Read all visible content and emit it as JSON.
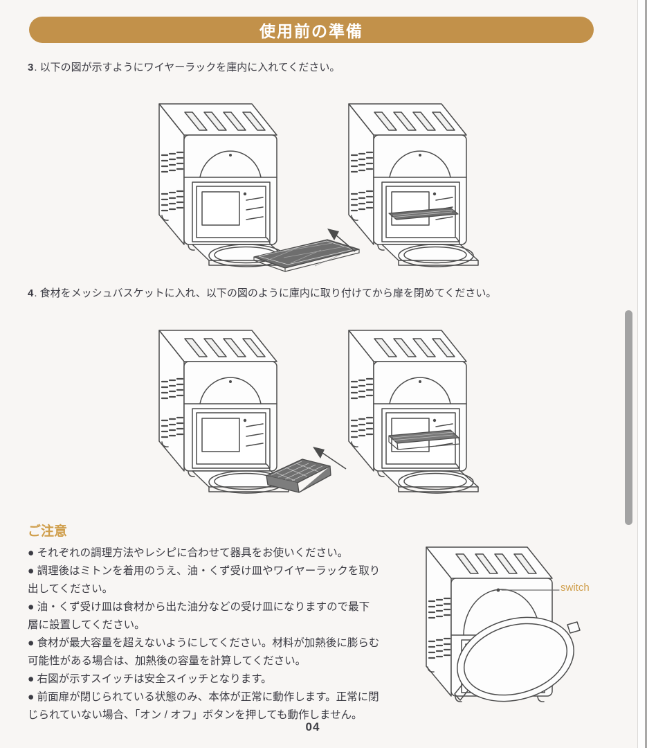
{
  "header": {
    "title": "使用前の準備"
  },
  "steps": [
    {
      "number": "3",
      "text": ". 以下の図が示すようにワイヤーラックを庫内に入れてください。"
    },
    {
      "number": "4",
      "text": ". 食材をメッシュバスケットに入れ、以下の図のように庫内に取り付けてから扉を閉めてください。"
    }
  ],
  "caution": {
    "heading": "ご注意",
    "bullets": [
      "● それぞれの調理方法やレシピに合わせて器具をお使いください。",
      "● 調理後はミトンを着用のうえ、油・くず受け皿やワイヤーラックを取り\n出してください。",
      "● 油・くず受け皿は食材から出た油分などの受け皿になりますので最下\n層に設置してください。",
      "● 食材が最大容量を超えないようにしてください。材料が加熱後に膨らむ\n可能性がある場合は、加熱後の容量を計算してください。",
      "● 右図が示すスイッチは安全スイッチとなります。",
      "● 前面扉が閉じられている状態のみ、本体が正常に動作します。正常に閉\nじられていない場合、「オン / オフ」ボタンを押しても動作しません。"
    ]
  },
  "figure": {
    "switch_label": "switch"
  },
  "footer": {
    "page_number": "04"
  },
  "colors": {
    "banner_gold": "#c2914a",
    "accent_gold": "#cf9e4b",
    "body_text": "#3b3b43",
    "line_art": "#4c4c4c",
    "page_bg": "#f8f6f4",
    "scrollbar": "#a3a3a3"
  }
}
